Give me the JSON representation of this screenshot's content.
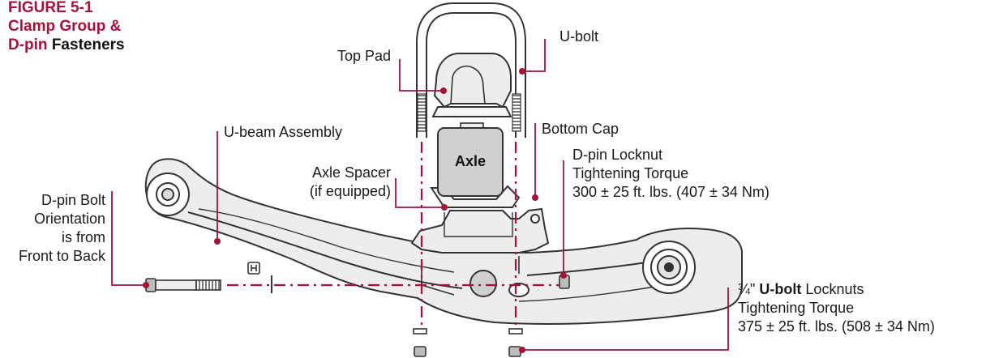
{
  "figure_title": {
    "line1": "FIGURE 5-1",
    "line2": "Clamp Group &",
    "line3_red": "D-pin",
    "line3_black": "Fasteners"
  },
  "labels": {
    "u_bolt": "U-bolt",
    "top_pad": "Top Pad",
    "u_beam_assembly": "U-beam Assembly",
    "bottom_cap": "Bottom Cap",
    "axle": "Axle",
    "axle_spacer_1": "Axle Spacer",
    "axle_spacer_2": "(if equipped)",
    "d_pin_locknut_1": "D-pin Locknut",
    "d_pin_locknut_2": "Tightening Torque",
    "d_pin_locknut_3": "300 ± 25 ft. lbs. (407 ± 34 Nm)",
    "d_pin_bolt_1": "D-pin Bolt",
    "d_pin_bolt_2": "Orientation",
    "d_pin_bolt_3": "is from",
    "d_pin_bolt_4": "Front to Back",
    "u_bolt_locknuts_prefix": "¾\"",
    "u_bolt_locknuts_bold": "U-bolt",
    "u_bolt_locknuts_suffix": "Locknuts",
    "u_bolt_locknuts_2": "Tightening Torque",
    "u_bolt_locknuts_3": "375 ± 25 ft. lbs. (508 ± 34 Nm)"
  },
  "colors": {
    "accent": "#a3123a",
    "outline": "#333333",
    "part_fill": "#ededed",
    "axle_fill": "#cfcfcf"
  }
}
